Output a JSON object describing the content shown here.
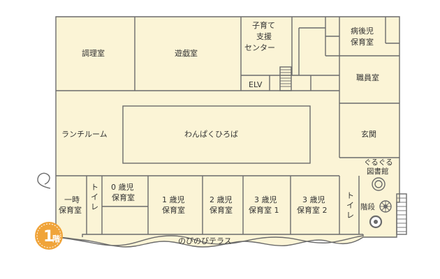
{
  "floor_badge": {
    "number": "1",
    "kanji": "階",
    "color": "#f0a43a"
  },
  "colors": {
    "room_fill": "#fbf4d6",
    "wall": "#6b6b6b",
    "text": "#333333"
  },
  "rooms": {
    "cooking": "調理室",
    "playroom": "遊戯室",
    "support_center": [
      "子育て",
      "支援",
      "センター"
    ],
    "elv": "ELV",
    "sick_child": [
      "病後児",
      "保育室"
    ],
    "staff": "職員室",
    "lunch": "ランチルーム",
    "plaza": "わんぱくひろば",
    "entrance": "玄関",
    "library": [
      "ぐるぐる",
      "図書館"
    ],
    "temp_care": [
      "一時",
      "保育室"
    ],
    "toilet_left": [
      "ト",
      "イ",
      "レ"
    ],
    "age0": [
      "0 歳児",
      "保育室"
    ],
    "age1": [
      "1 歳児",
      "保育室"
    ],
    "age2": [
      "2 歳児",
      "保育室"
    ],
    "age3_1": [
      "3 歳児",
      "保育室 1"
    ],
    "age3_2": [
      "3 歳児",
      "保育室 2"
    ],
    "toilet_right": [
      "ト",
      "イ",
      "レ"
    ],
    "stairs": "階段",
    "terrace": "のびのびテラス"
  }
}
